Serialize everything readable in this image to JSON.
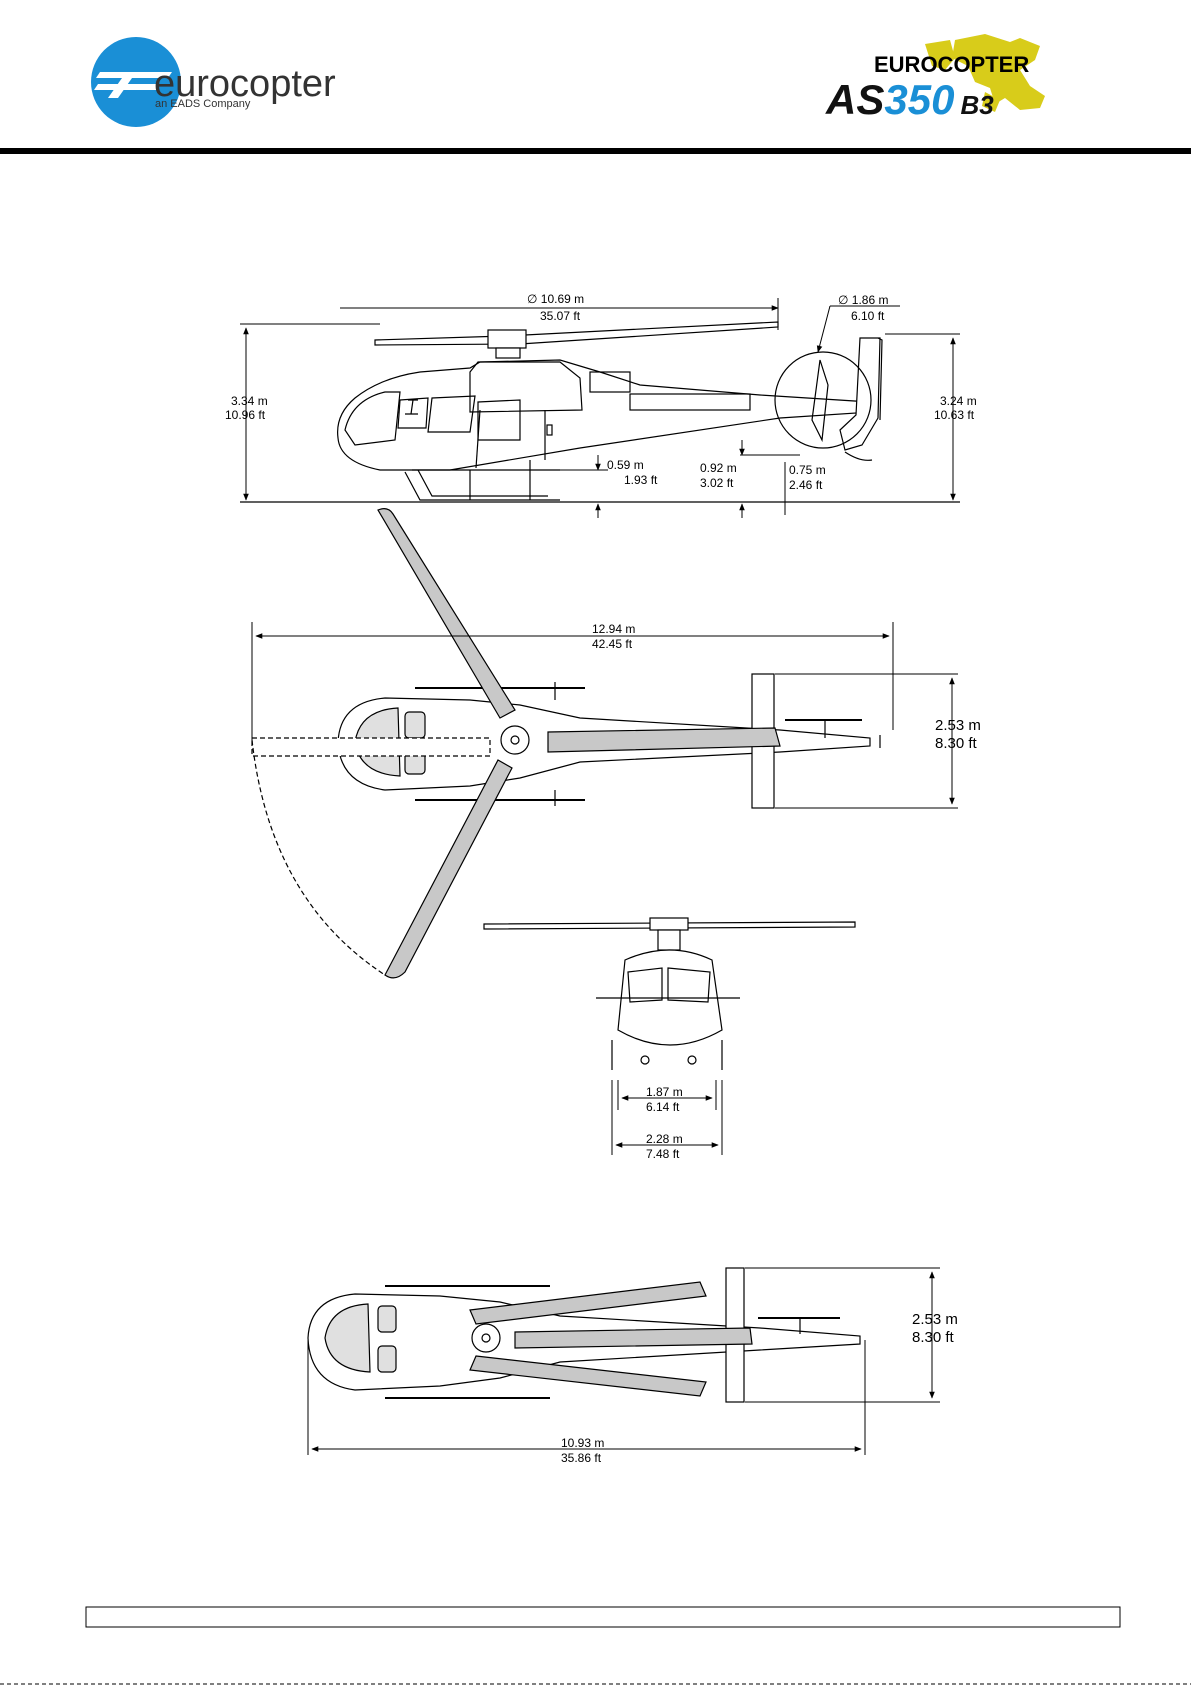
{
  "header": {
    "eurocopter_wordmark": "eurocopter",
    "eurocopter_tagline": "an EADS Company",
    "product_brand": "EUROCOPTER",
    "model_prefix": "AS",
    "model_number": "350",
    "model_suffix": "B3",
    "colors": {
      "eurocopter_blue": "#1a8fd6",
      "model_blue": "#1a8fd6",
      "map_yellow": "#d8cc1a",
      "header_rule": "#000000"
    }
  },
  "side_view": {
    "main_rotor_diameter_m": "∅ 10.69 m",
    "main_rotor_diameter_ft": "35.07 ft",
    "tail_rotor_diameter_m": "∅ 1.86 m",
    "tail_rotor_diameter_ft": "6.10 ft",
    "overall_height_m": "3.34 m",
    "overall_height_ft": "10.96 ft",
    "tail_height_m": "3.24 m",
    "tail_height_ft": "10.63 ft",
    "ground_clearance_m": "0.59 m",
    "ground_clearance_ft": "1.93 ft",
    "tail_boom_clearance_m": "0.92 m",
    "tail_boom_clearance_ft": "3.02 ft",
    "tail_skid_clearance_m": "0.75 m",
    "tail_skid_clearance_ft": "2.46 ft"
  },
  "top_view": {
    "overall_length_m": "12.94 m",
    "overall_length_ft": "42.45 ft",
    "stabilizer_span_m": "2.53 m",
    "stabilizer_span_ft": "8.30 ft"
  },
  "front_view": {
    "skid_track_m": "1.87 m",
    "skid_track_ft": "6.14 ft",
    "overall_width_m": "2.28 m",
    "overall_width_ft": "7.48 ft"
  },
  "folded_view": {
    "folded_length_m": "10.93 m",
    "folded_length_ft": "35.86 ft",
    "stabilizer_span_m": "2.53 m",
    "stabilizer_span_ft": "8.30 ft"
  },
  "footer": {
    "box_text": ""
  }
}
